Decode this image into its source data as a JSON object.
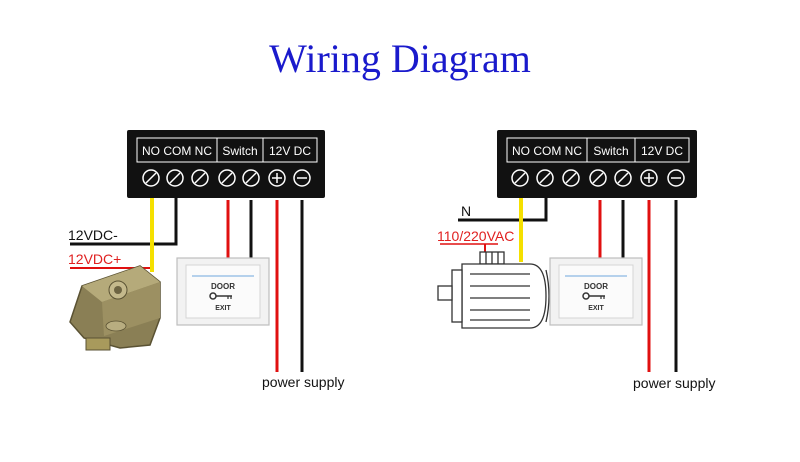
{
  "title": "Wiring Diagram",
  "colors": {
    "title": "#1a1acc",
    "block": "#111111",
    "wire_red": "#e01010",
    "wire_black": "#111111",
    "wire_yellow": "#f5e000",
    "label_red": "#e02020"
  },
  "panels": [
    {
      "groups": [
        "NO COM NC",
        "Switch",
        "12V DC"
      ],
      "wire_labels": {
        "negative": "12VDC-",
        "positive": "12VDC+"
      },
      "power_label": "power supply",
      "device": "lock-icon",
      "exit_button": {
        "top": "DOOR",
        "bottom": "EXIT"
      }
    },
    {
      "groups": [
        "NO COM NC",
        "Switch",
        "12V DC"
      ],
      "wire_labels": {
        "neutral": "N",
        "voltage": "110/220VAC"
      },
      "power_label": "power supply",
      "device": "motor-icon",
      "exit_button": {
        "top": "DOOR",
        "bottom": "EXIT"
      }
    }
  ]
}
